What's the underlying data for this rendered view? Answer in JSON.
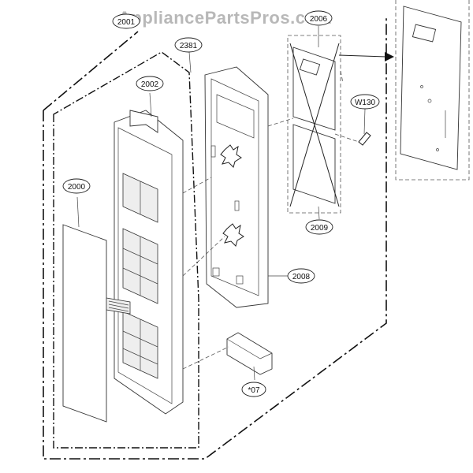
{
  "watermark": "AppliancePartsPros.com",
  "parts": [
    {
      "id": "2001",
      "label": "2001"
    },
    {
      "id": "2381",
      "label": "2381"
    },
    {
      "id": "2002",
      "label": "2002"
    },
    {
      "id": "2006",
      "label": "2006"
    },
    {
      "id": "W130",
      "label": "W130"
    },
    {
      "id": "2000",
      "label": "2000"
    },
    {
      "id": "2009",
      "label": "2009"
    },
    {
      "id": "2008",
      "label": "2008"
    },
    {
      "id": "07",
      "label": "*07"
    }
  ]
}
